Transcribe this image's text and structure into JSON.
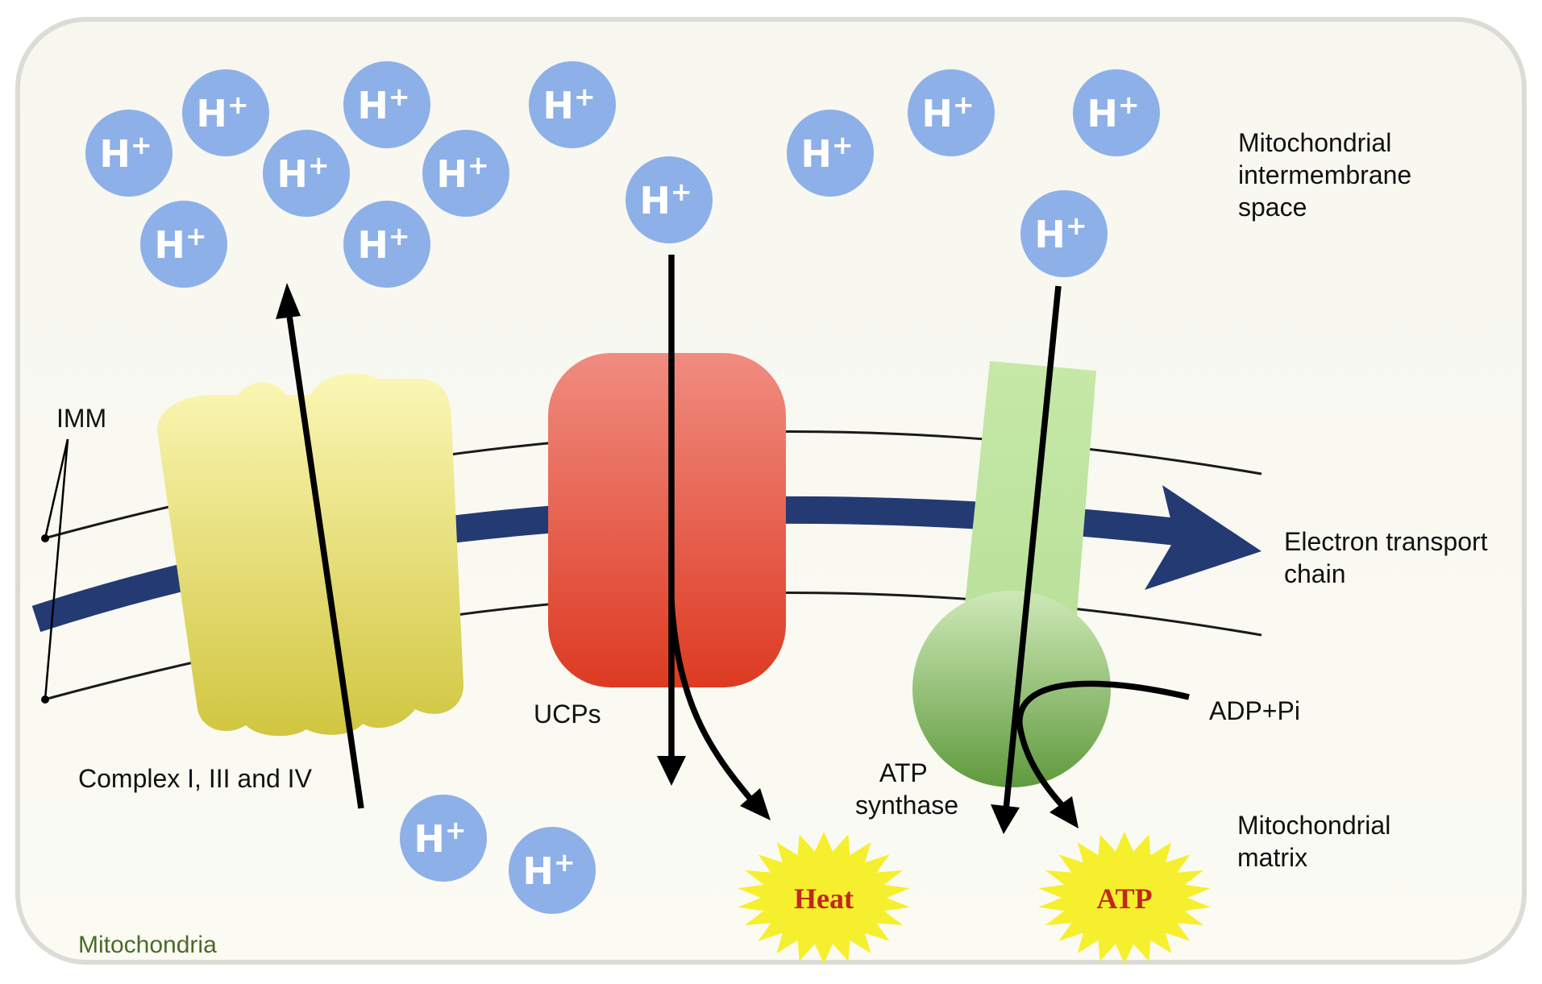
{
  "labels": {
    "intermembrane": [
      "Mitochondrial",
      "intermembrane",
      "space"
    ],
    "matrix": [
      "Mitochondrial",
      "matrix"
    ],
    "imm": "IMM",
    "etc": [
      "Electron transport",
      "chain"
    ],
    "complexes": "Complex I, III and IV",
    "ucps": "UCPs",
    "atp_synthase": [
      "ATP",
      "synthase"
    ],
    "adp_pi": "ADP+Pi",
    "mitochondria": "Mitochondria"
  },
  "proton": {
    "label": "H",
    "charge": "+"
  },
  "outputs": {
    "heat": "Heat",
    "atp": "ATP"
  },
  "colors": {
    "proton": "#8eb0e8",
    "etc_arrow": "#233a73",
    "complex": "#e6e07a",
    "ucp": "#e8533c",
    "atp_synthase": "#9ed083",
    "burst": "#f6ef2e",
    "burst_text": "#c0281d",
    "mitochondria_label": "#4a6a2a"
  }
}
